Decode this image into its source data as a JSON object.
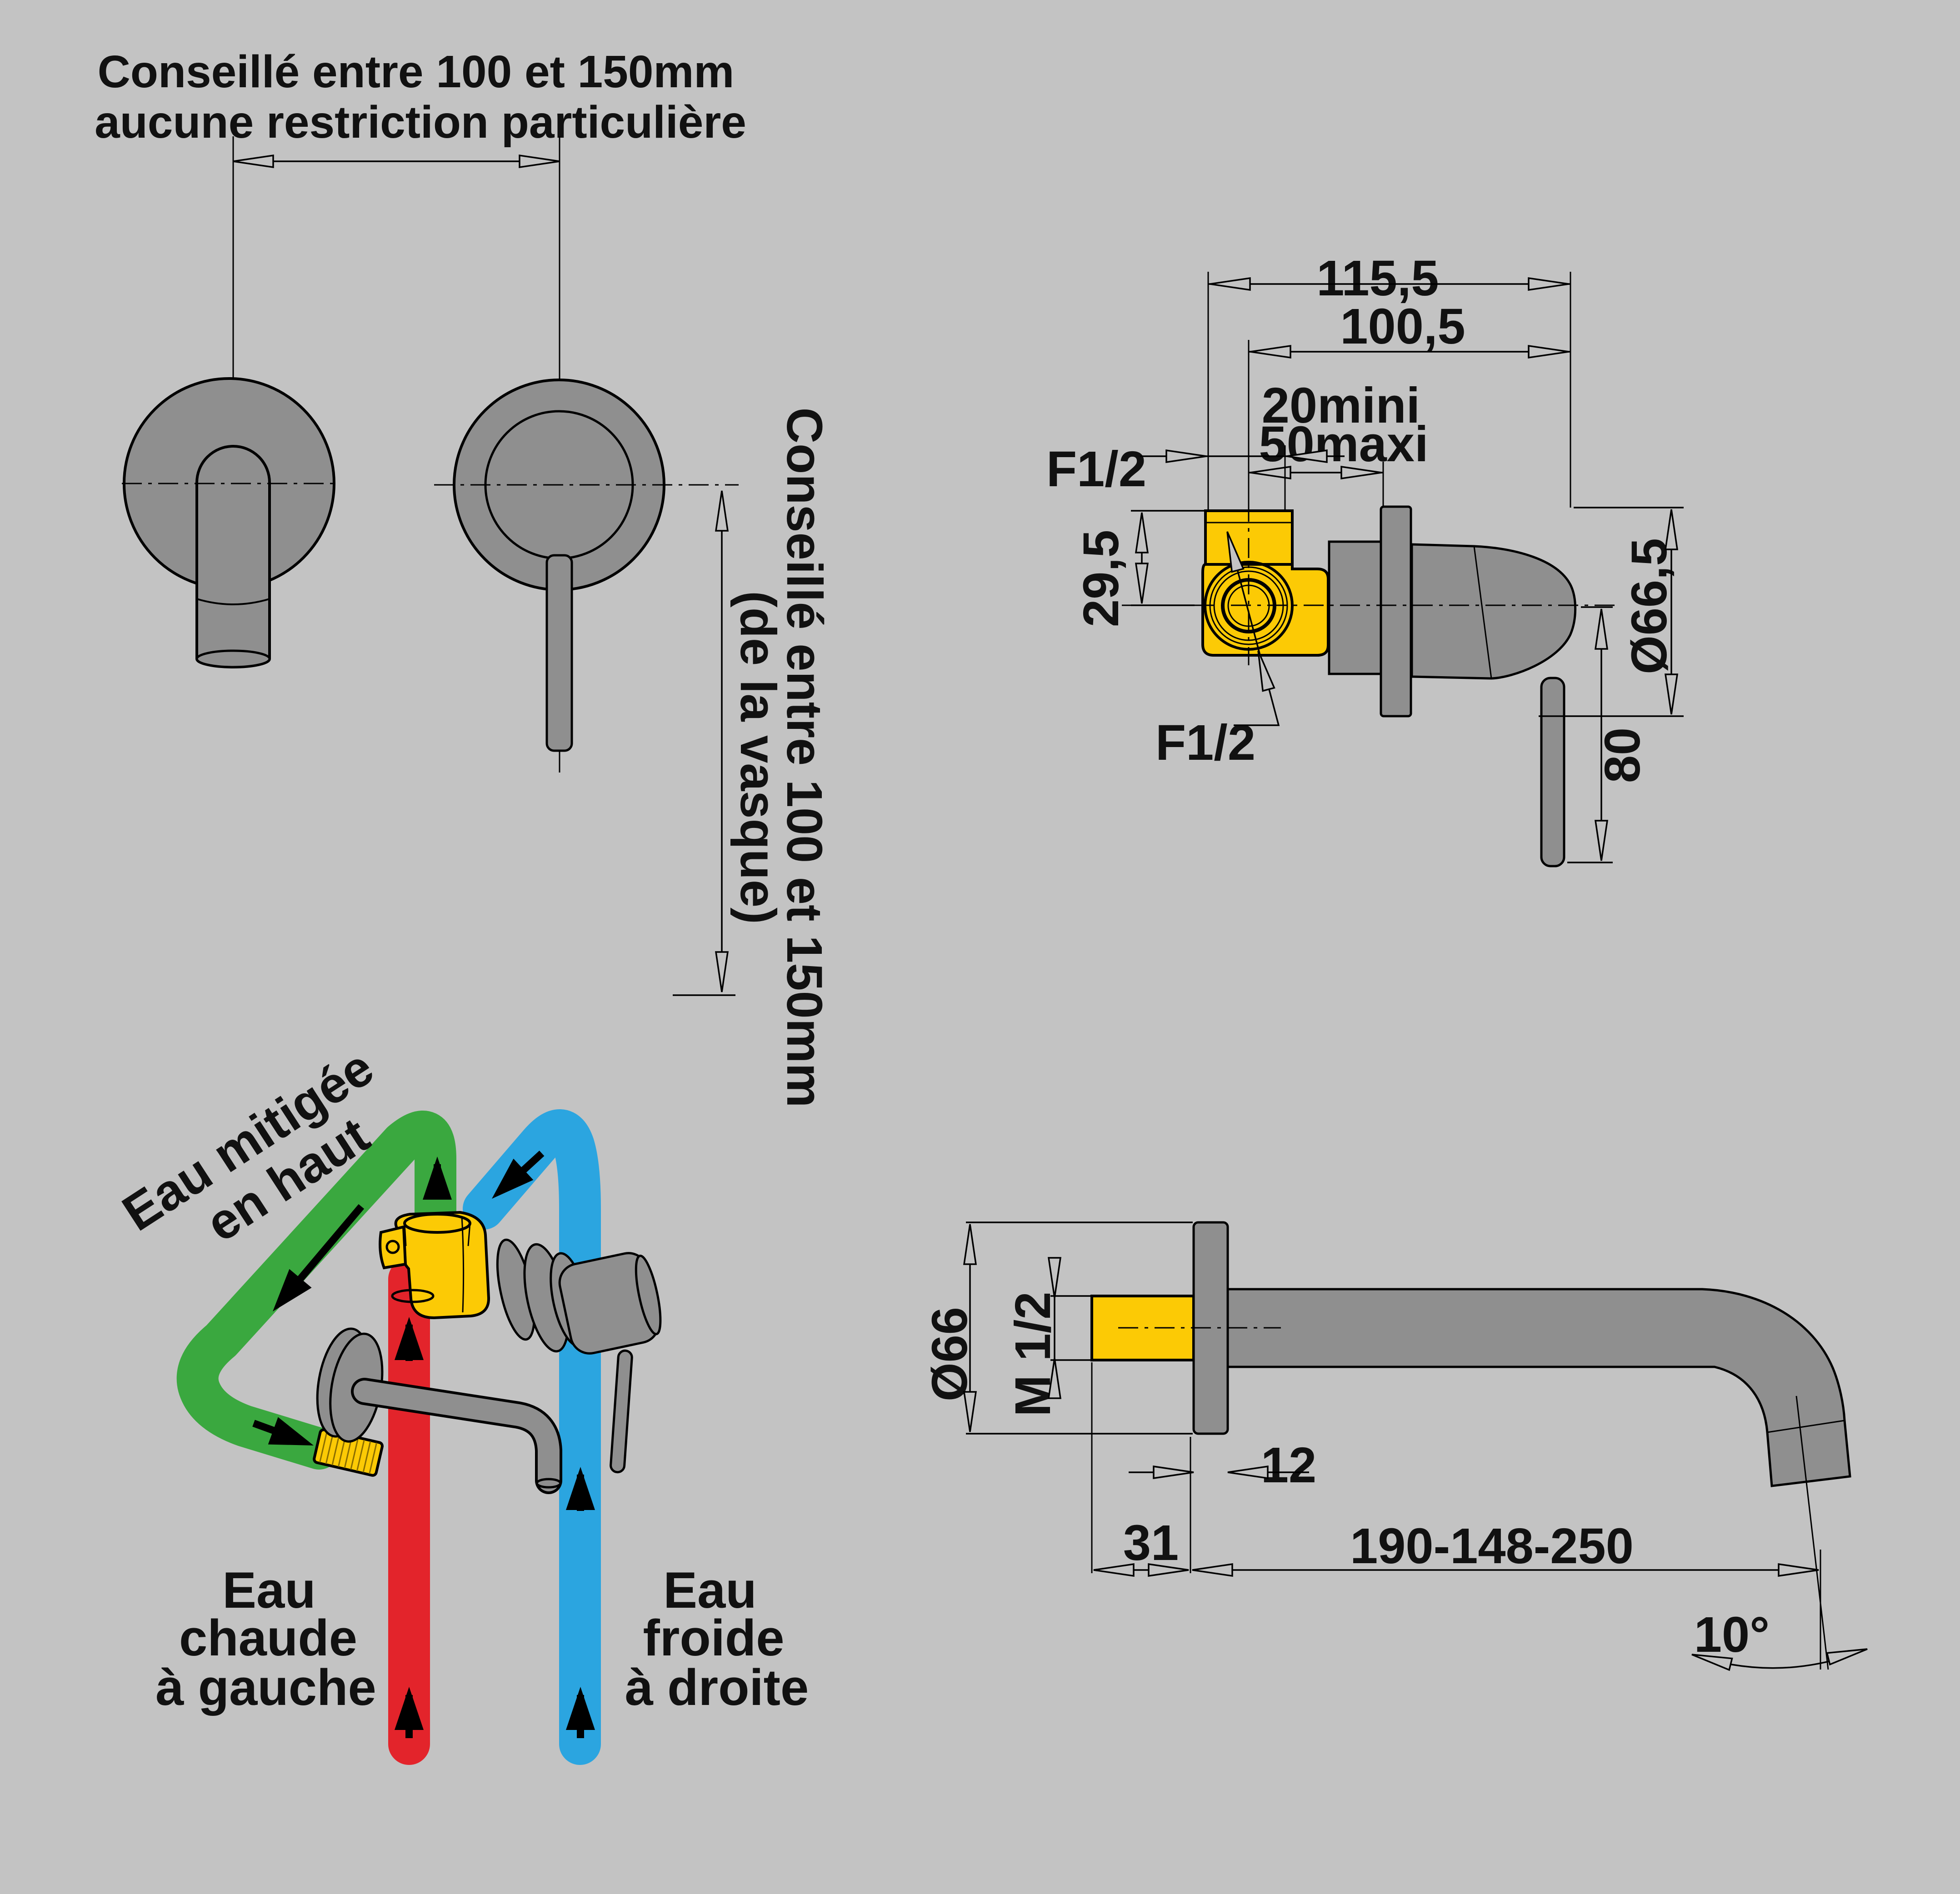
{
  "colors": {
    "background": "#c3c3c3",
    "metal_gray": "#8f8f8f",
    "brass_yellow": "#fcca05",
    "hot_red": "#e3242b",
    "cold_blue": "#2ba5e0",
    "mixed_green": "#3aa83f",
    "line_black": "#000000",
    "text_black": "#111111"
  },
  "front_view": {
    "note_line1": "Conseillé entre 100 et 150mm",
    "note_line2": "aucune restriction particulière",
    "side_note_line1": "Conseillé entre 100 et 150mm",
    "side_note_line2": "(de la vasque)"
  },
  "side_view": {
    "dim_115_5": "115,5",
    "dim_100_5": "100,5",
    "dim_20mini": "20mini",
    "dim_50maxi": "50maxi",
    "thread_top": "F1/2",
    "thread_side": "F1/2",
    "dim_29_5": "29,5",
    "dim_diameter": "Ø66,5",
    "dim_80": "80"
  },
  "flow_diagram": {
    "mixed_label_line1": "Eau mitigée",
    "mixed_label_line2": "en haut",
    "hot_label_line1": "Eau",
    "hot_label_line2": "chaude",
    "hot_label_line3": "à gauche",
    "cold_label_line1": "Eau",
    "cold_label_line2": "froide",
    "cold_label_line3": "à droite"
  },
  "spout_view": {
    "dim_diameter": "Ø66",
    "dim_thread": "M 1/2",
    "dim_12": "12",
    "dim_31": "31",
    "dim_length": "190-148-250",
    "dim_angle": "10°"
  }
}
